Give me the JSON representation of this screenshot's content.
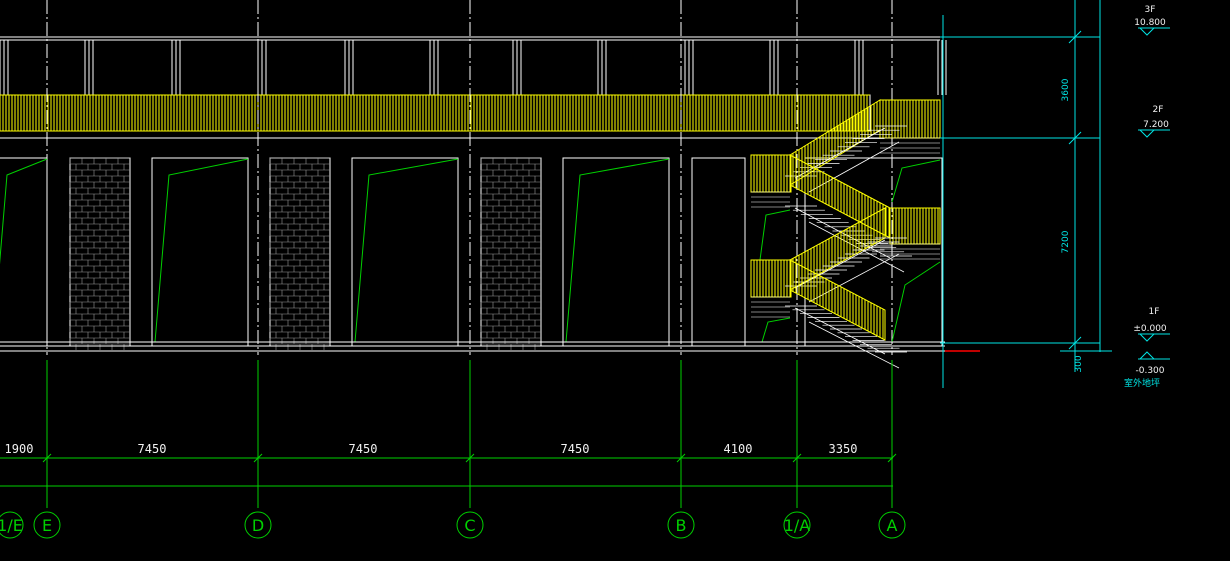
{
  "colors": {
    "background": "#000000",
    "structure": "#ffffff",
    "railing": "#ffff00",
    "axis": "#00d000",
    "dimension_vertical": "#00e5e5",
    "ground_accent": "#c00000"
  },
  "horizontal_dimensions": [
    "1900",
    "7450",
    "7450",
    "7450",
    "4100",
    "3350"
  ],
  "vertical_dimensions": [
    "3600",
    "7200",
    "300"
  ],
  "axes": [
    "1/E",
    "E",
    "D",
    "C",
    "B",
    "1/A",
    "A"
  ],
  "levels": [
    {
      "name": "3F",
      "elevation": "10.800"
    },
    {
      "name": "2F",
      "elevation": "7.200"
    },
    {
      "name": "1F",
      "elevation": "±0.000"
    }
  ],
  "outdoor_level": "-0.300",
  "outdoor_label": "室外地坪"
}
